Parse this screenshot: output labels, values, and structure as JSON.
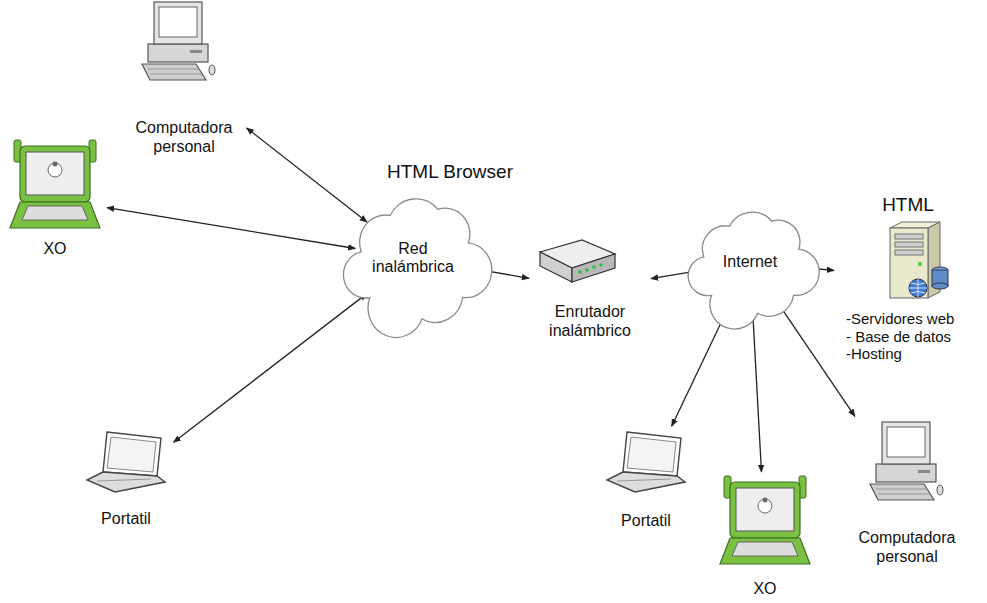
{
  "diagram": {
    "nodes": [
      {
        "text": [
          "Computadora personal"
        ]
      },
      {
        "text": [
          "XO"
        ]
      },
      {
        "text": [
          "Red inalámbrica"
        ]
      },
      {
        "text": [
          "Portatil"
        ]
      },
      {
        "text": [
          "Enrutador inalámbrico"
        ]
      },
      {
        "text": [
          "Internet"
        ]
      },
      {
        "text": [
          "HTML",
          "-Servidores web",
          "- Base de datos",
          "-Hosting"
        ]
      },
      {
        "text": [
          "Portatil"
        ]
      },
      {
        "text": [
          "XO"
        ]
      },
      {
        "text": [
          "Computadora personal"
        ]
      }
    ],
    "edges": [
      {
        "from": 0,
        "to": 2,
        "arrow": "both"
      },
      {
        "from": 1,
        "to": 2,
        "arrow": "both"
      },
      {
        "from": 3,
        "to": 2,
        "arrow": "both"
      },
      {
        "from": 2,
        "to": 4,
        "arrow": "both"
      },
      {
        "from": 4,
        "to": 5,
        "arrow": "both"
      },
      {
        "from": 5,
        "to": 6,
        "arrow": "both"
      },
      {
        "from": 5,
        "to": 7,
        "arrow": "both"
      },
      {
        "from": 5,
        "to": 8,
        "arrow": "both"
      },
      {
        "from": 5,
        "to": 9,
        "arrow": "both"
      }
    ],
    "labels": [
      "HTML Browser"
    ]
  }
}
